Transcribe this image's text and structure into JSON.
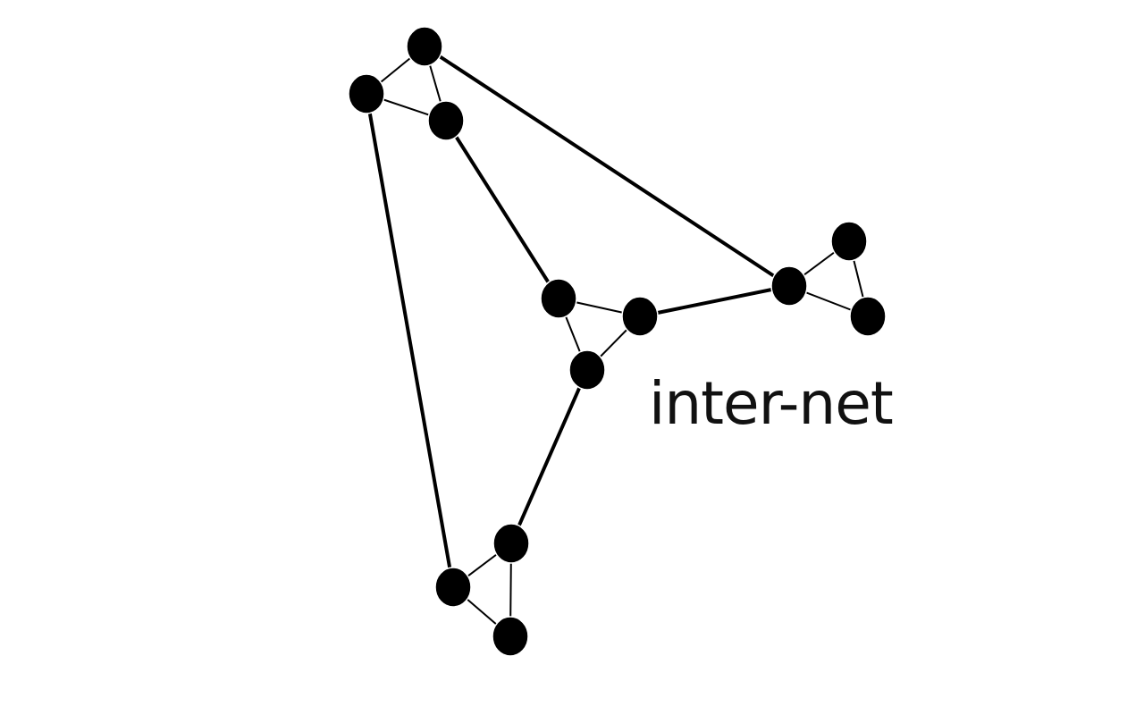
{
  "diagram": {
    "label": "inter-net",
    "colors": {
      "background": "#ffffff",
      "node": "#000000",
      "edge": "#000000",
      "text": "#111111"
    },
    "clusters": [
      {
        "name": "cluster-top-left",
        "nodes": [
          "a1",
          "a2",
          "a3"
        ]
      },
      {
        "name": "cluster-center",
        "nodes": [
          "b1",
          "b2",
          "b3"
        ]
      },
      {
        "name": "cluster-right",
        "nodes": [
          "c1",
          "c2",
          "c3"
        ]
      },
      {
        "name": "cluster-bottom",
        "nodes": [
          "d1",
          "d2",
          "d3"
        ]
      }
    ],
    "edges": [
      {
        "from": "a1",
        "to": "a2",
        "kind": "intra"
      },
      {
        "from": "a1",
        "to": "a3",
        "kind": "intra"
      },
      {
        "from": "a2",
        "to": "a3",
        "kind": "intra"
      },
      {
        "from": "b1",
        "to": "b2",
        "kind": "intra"
      },
      {
        "from": "b1",
        "to": "b3",
        "kind": "intra"
      },
      {
        "from": "b2",
        "to": "b3",
        "kind": "intra"
      },
      {
        "from": "c1",
        "to": "c2",
        "kind": "intra"
      },
      {
        "from": "c1",
        "to": "c3",
        "kind": "intra"
      },
      {
        "from": "c2",
        "to": "c3",
        "kind": "intra"
      },
      {
        "from": "d1",
        "to": "d2",
        "kind": "intra"
      },
      {
        "from": "d1",
        "to": "d3",
        "kind": "intra"
      },
      {
        "from": "d2",
        "to": "d3",
        "kind": "intra"
      },
      {
        "from": "a1",
        "to": "c1",
        "kind": "inter"
      },
      {
        "from": "a3",
        "to": "b1",
        "kind": "inter"
      },
      {
        "from": "a2",
        "to": "d1",
        "kind": "inter"
      },
      {
        "from": "b2",
        "to": "c1",
        "kind": "inter"
      },
      {
        "from": "b3",
        "to": "d2",
        "kind": "inter"
      }
    ]
  }
}
